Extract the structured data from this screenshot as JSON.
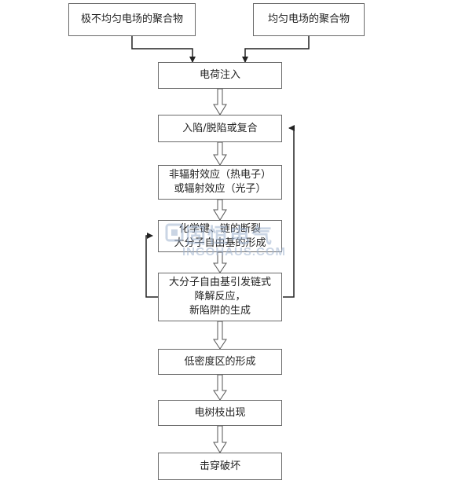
{
  "nodes": {
    "polymer_nonuniform": "极不均匀电场的聚合物",
    "polymer_uniform": "均匀电场的聚合物",
    "charge_injection": "电荷注入",
    "trap_process": "入陷/脱陷或复合",
    "radiation_line1": "非辐射效应（热电子）",
    "radiation_line2": "或辐射效应（光子）",
    "bond_line1": "化学键、链的断裂",
    "bond_line2": "大分子自由基的形成",
    "chain_line1": "大分子自由基引发链式",
    "chain_line2": "降解反应，",
    "chain_line3": "新陷阱的生成",
    "low_density": "低密度区的形成",
    "tree": "电树枝出现",
    "breakdown": "击穿破坏"
  },
  "watermark": {
    "cn": "固恒电气",
    "en": "INGOHAUS.COM"
  }
}
